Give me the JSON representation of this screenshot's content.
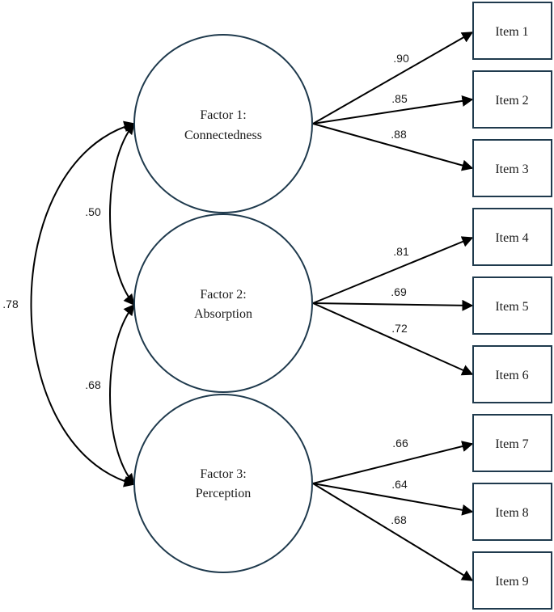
{
  "factors": [
    {
      "line1": "Factor 1:",
      "line2": "Connectedness"
    },
    {
      "line1": "Factor 2:",
      "line2": "Absorption"
    },
    {
      "line1": "Factor 3:",
      "line2": "Perception"
    }
  ],
  "items": [
    "Item 1",
    "Item 2",
    "Item 3",
    "Item 4",
    "Item 5",
    "Item 6",
    "Item 7",
    "Item 8",
    "Item 9"
  ],
  "loadings": [
    ".90",
    ".85",
    ".88",
    ".81",
    ".69",
    ".72",
    ".66",
    ".64",
    ".68"
  ],
  "correlations": {
    "f1_f2": ".50",
    "f2_f3": ".68",
    "f1_f3": ".78"
  }
}
